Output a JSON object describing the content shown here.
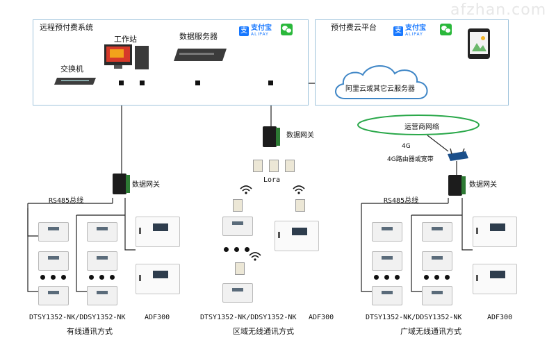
{
  "watermark": "afzhan.com",
  "local_system": {
    "title": "远程预付费系统",
    "workstation": "工作站",
    "data_server": "数据服务器",
    "switch": "交换机",
    "alipay_name": "支付宝",
    "alipay_sub": "ALIPAY"
  },
  "cloud_platform": {
    "title": "预付费云平台",
    "cloud_label": "阿里云或其它云服务器",
    "alipay_name": "支付宝",
    "alipay_sub": "ALIPAY"
  },
  "carrier_network": "运营商网络",
  "router": {
    "label_4g": "4G",
    "label_router": "4G路由器或宽带"
  },
  "gateway_label_wired": "数据网关",
  "gateway_label_lora": "数据网关",
  "gateway_label_wide": "数据网关",
  "lora_label": "Lora",
  "bus_label_wired": "RS485总线",
  "bus_label_wide": "RS485总线",
  "sections": [
    {
      "meters": "DTSY1352-NK/DDSY1352-NK",
      "adf": "ADF300",
      "caption": "有线通讯方式"
    },
    {
      "meters": "DTSY1352-NK/DDSY1352-NK",
      "adf": "ADF300",
      "caption": "区域无线通讯方式"
    },
    {
      "meters": "DTSY1352-NK/DDSY1352-NK",
      "adf": "ADF300",
      "caption": "广域无线通讯方式"
    }
  ],
  "colors": {
    "box_border": "#9ec3db",
    "cloud_stroke": "#3f86c6",
    "carrier_stroke": "#2aa84a",
    "alipay_blue": "#1677ff",
    "wechat_green": "#2ab83b"
  }
}
